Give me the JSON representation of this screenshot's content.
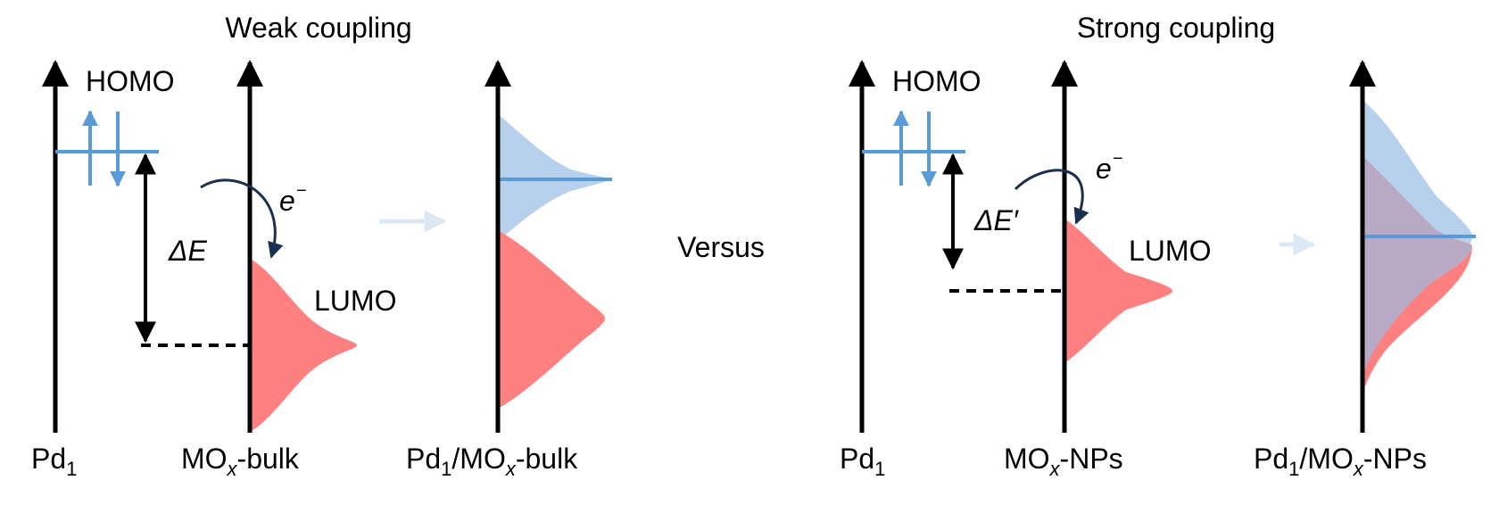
{
  "colors": {
    "axis": "#000000",
    "homo_blue": "#5b9bd5",
    "homo_fill": "#b7d0ec",
    "lumo_red": "#ff8080",
    "overlap_purple": "#b8a9c4",
    "faint_arrow": "#dde8f5",
    "curve_arrow": "#1b2f4e"
  },
  "weak": {
    "title": "Weak coupling",
    "homo": "HOMO",
    "lumo": "LUMO",
    "electron": "e",
    "electron_sup": "−",
    "delta": "ΔE",
    "pd_label": "Pd",
    "pd_sub": "1",
    "mox_label_a": "MO",
    "mox_label_x": "x",
    "mox_label_b": "-bulk",
    "combo_a": "Pd",
    "combo_sub": "1",
    "combo_b": "/MO",
    "combo_x": "x",
    "combo_c": "-bulk"
  },
  "versus": "Versus",
  "strong": {
    "title": "Strong coupling",
    "homo": "HOMO",
    "lumo": "LUMO",
    "electron": "e",
    "electron_sup": "−",
    "delta": "ΔE′",
    "pd_label": "Pd",
    "pd_sub": "1",
    "mox_label_a": "MO",
    "mox_label_x": "x",
    "mox_label_b": "-NPs",
    "combo_a": "Pd",
    "combo_sub": "1",
    "combo_b": "/MO",
    "combo_x": "x",
    "combo_c": "-NPs"
  }
}
